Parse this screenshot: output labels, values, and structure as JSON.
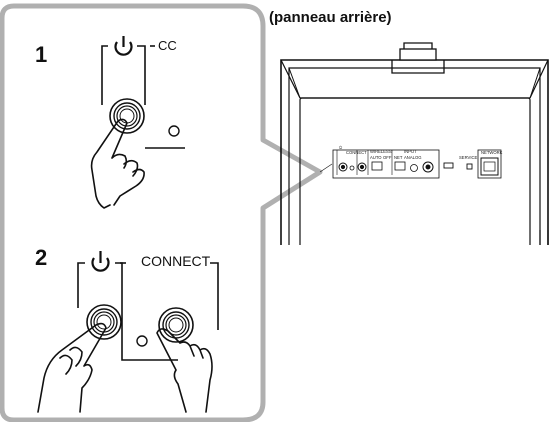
{
  "caption": "(panneau arrière)",
  "steps": [
    {
      "number": "1",
      "label": "CC"
    },
    {
      "number": "2",
      "label": "CONNECT"
    }
  ],
  "rear_panel": {
    "power_mark": "⏻",
    "connect": "CONNECT",
    "wireless": "WIRELESS",
    "auto": "AUTO",
    "off": "OFF",
    "input": "INPUT",
    "net": "NET",
    "analog": "ANALOG",
    "network": "NETWORK",
    "service": "SERVICE"
  },
  "colors": {
    "callout_border": "#b0b0b0",
    "ink": "#111111"
  }
}
